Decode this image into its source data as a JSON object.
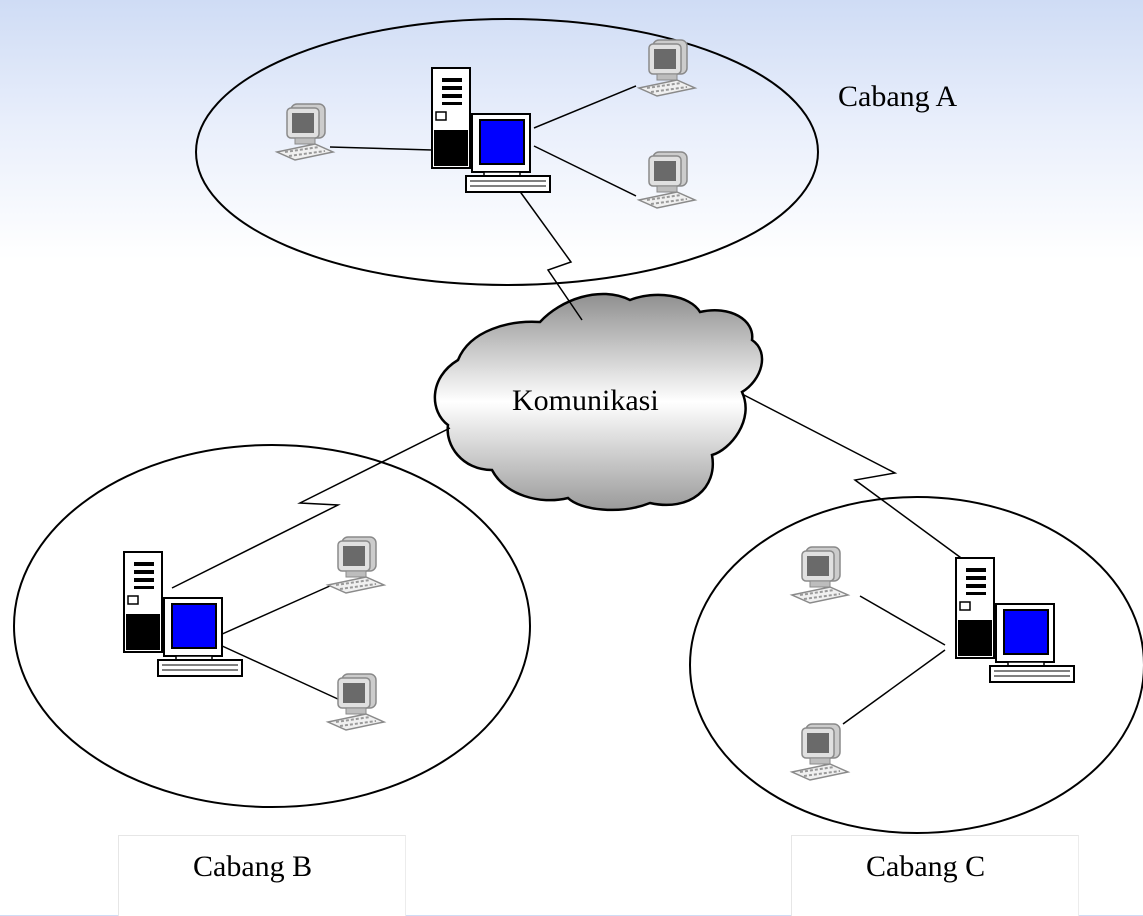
{
  "diagram": {
    "cloud_label": "Komunikasi",
    "branches": [
      {
        "id": "a",
        "label": "Cabang A",
        "workstations": 3
      },
      {
        "id": "b",
        "label": "Cabang B",
        "workstations": 2
      },
      {
        "id": "c",
        "label": "Cabang C",
        "workstations": 2
      }
    ]
  },
  "colors": {
    "background_top": "#cfdcf5",
    "monitor_screen": "#0000ff",
    "workstation_gray": "#9a9a9a",
    "cloud_dark": "#8f8f8f",
    "cloud_light": "#ffffff"
  }
}
